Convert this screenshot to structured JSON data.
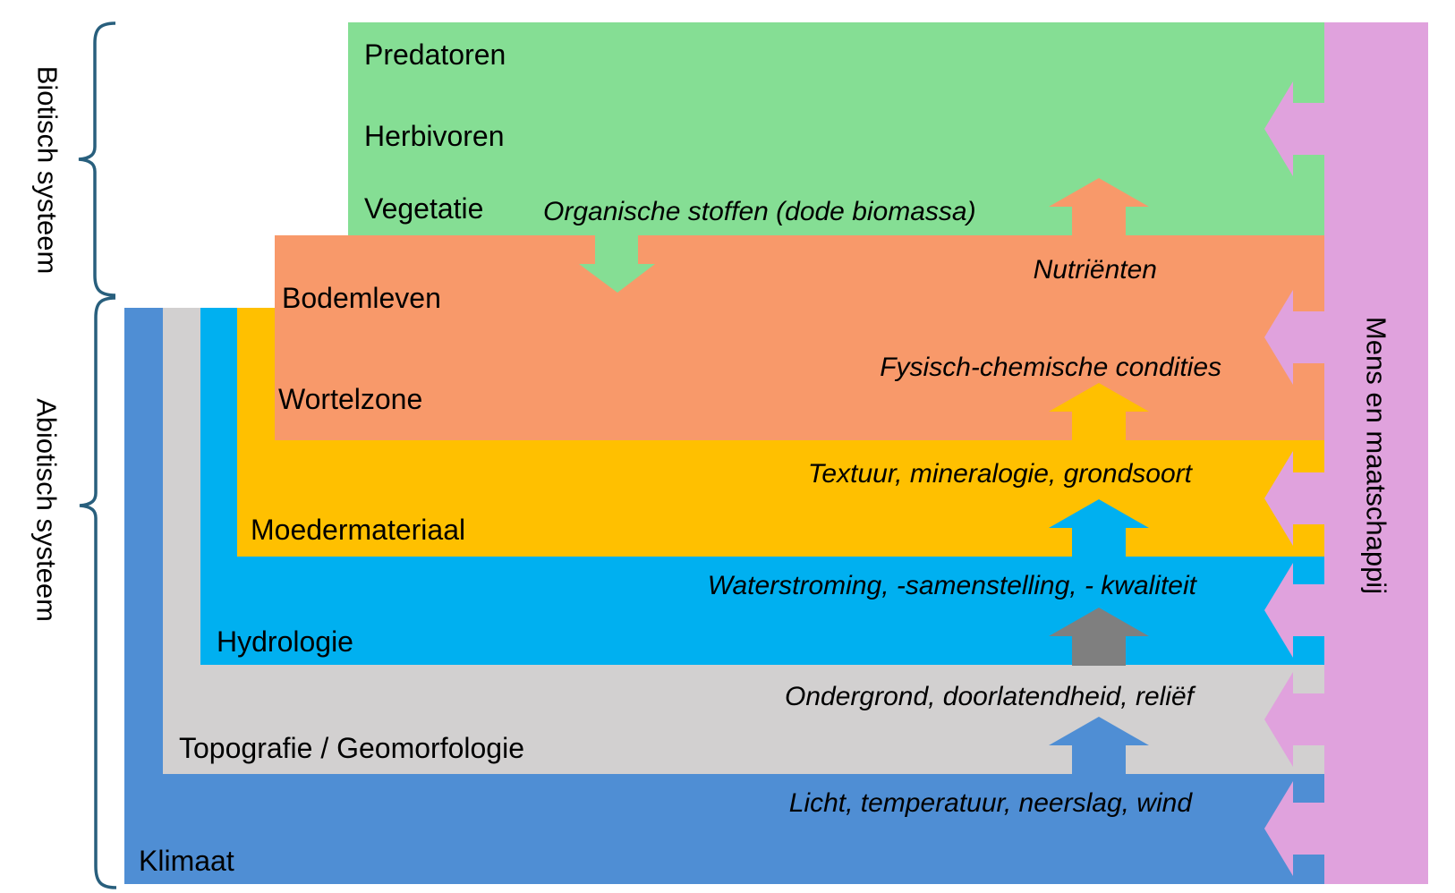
{
  "side_labels": {
    "biotic": "Biotisch systeem",
    "abiotic": "Abiotisch systeem",
    "human": "Mens en maatschappij"
  },
  "layers": [
    {
      "name": "vegetatie-band",
      "color_key": "green",
      "labels": [
        "Predatoren",
        "Herbivoren",
        "Vegetatie"
      ]
    },
    {
      "name": "bodem-band",
      "color_key": "orange",
      "labels": [
        "Bodemleven",
        "Wortelzone"
      ]
    },
    {
      "name": "moedermateriaal-band",
      "color_key": "yellow",
      "labels": [
        "Moedermateriaal"
      ]
    },
    {
      "name": "hydrologie-band",
      "color_key": "cyan",
      "labels": [
        "Hydrologie"
      ]
    },
    {
      "name": "topografie-band",
      "color_key": "gray",
      "labels": [
        "Topografie / Geomorfologie"
      ]
    },
    {
      "name": "klimaat-band",
      "color_key": "blue",
      "labels": [
        "Klimaat"
      ]
    }
  ],
  "flows": [
    {
      "label": "Organische stoffen (dode biomassa)",
      "arrow": "down",
      "color_key": "green"
    },
    {
      "label": "Nutriënten",
      "arrow": "up",
      "color_key": "orange"
    },
    {
      "label": "Fysisch-chemische condities",
      "arrow": "up",
      "color_key": "yellow"
    },
    {
      "label": "Textuur, mineralogie, grondsoort",
      "arrow": "up",
      "color_key": "cyan"
    },
    {
      "label": "Waterstroming, -samenstelling, - kwaliteit",
      "arrow": "up",
      "color_key": "darkgray"
    },
    {
      "label": "Ondergrond, doorlatendheid, reliëf",
      "arrow": "up",
      "color_key": "blue"
    },
    {
      "label": "Licht, temperatuur, neerslag, wind",
      "arrow": "none",
      "color_key": "blue"
    }
  ],
  "colors": {
    "green": "#85DE94",
    "orange": "#F8996A",
    "yellow": "#FFC000",
    "cyan": "#00B0F0",
    "gray": "#D2D0D0",
    "blue": "#4F8ED4",
    "pink": "#E0A2DD",
    "darkgray": "#7F7F7F",
    "brace": "#285F7D",
    "text": "#000000"
  }
}
